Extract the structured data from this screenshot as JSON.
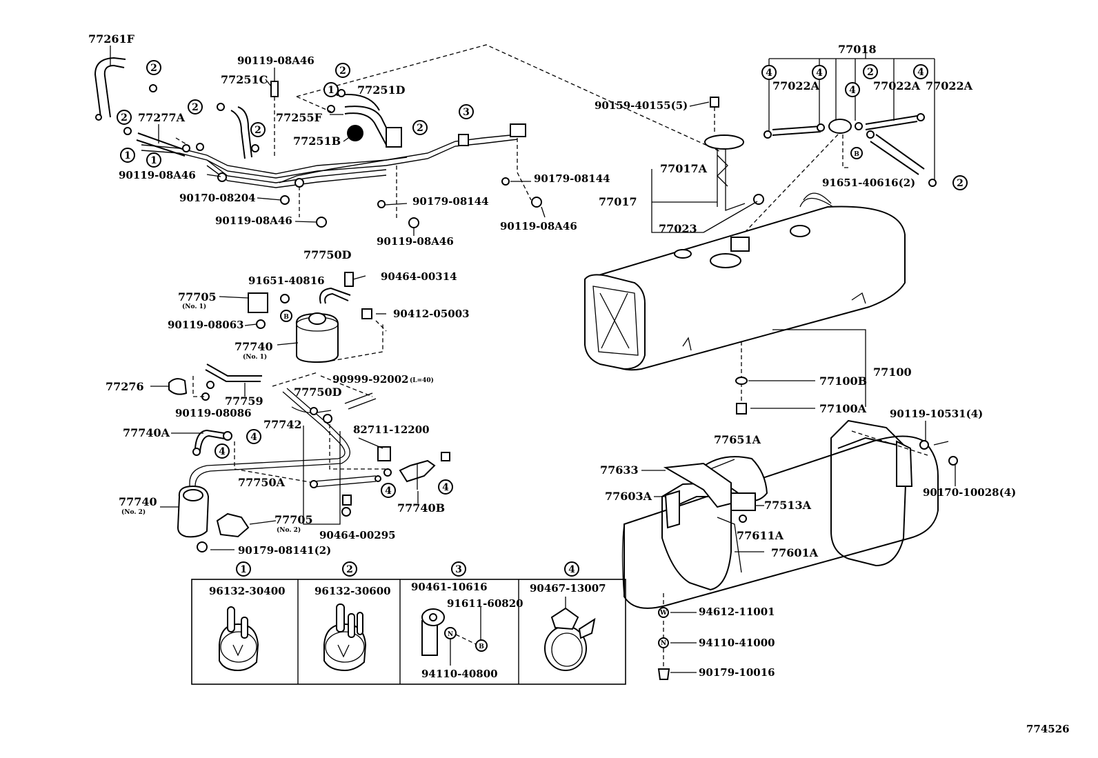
{
  "callouts": [
    {
      "id": "c_77261F",
      "text": "77261F"
    },
    {
      "id": "c_77277A",
      "text": "77277A"
    },
    {
      "id": "c_90119_08A46_a",
      "text": "90119-08A46"
    },
    {
      "id": "c_77251C",
      "text": "77251C"
    },
    {
      "id": "c_77251D",
      "text": "77251D"
    },
    {
      "id": "c_77255F",
      "text": "77255F"
    },
    {
      "id": "c_77251B",
      "text": "77251B"
    },
    {
      "id": "c_90119_08A46_b",
      "text": "90119-08A46"
    },
    {
      "id": "c_90170_08204",
      "text": "90170-08204"
    },
    {
      "id": "c_90119_08A46_c",
      "text": "90119-08A46"
    },
    {
      "id": "c_90179_08144_a",
      "text": "90179-08144"
    },
    {
      "id": "c_90119_08A46_d",
      "text": "90119-08A46"
    },
    {
      "id": "c_90179_08144_b",
      "text": "90179-08144"
    },
    {
      "id": "c_90119_08A46_e",
      "text": "90119-08A46"
    },
    {
      "id": "c_90159_40155",
      "text": "90159-40155(5)"
    },
    {
      "id": "c_77018",
      "text": "77018"
    },
    {
      "id": "c_77022A_a",
      "text": "77022A"
    },
    {
      "id": "c_77022A_b",
      "text": "77022A"
    },
    {
      "id": "c_77022A_c",
      "text": "77022A"
    },
    {
      "id": "c_77017A",
      "text": "77017A"
    },
    {
      "id": "c_77017",
      "text": "77017"
    },
    {
      "id": "c_77023",
      "text": "77023"
    },
    {
      "id": "c_91651_40616",
      "text": "91651-40616(2)"
    },
    {
      "id": "c_77750D_a",
      "text": "77750D"
    },
    {
      "id": "c_90464_00314",
      "text": "90464-00314"
    },
    {
      "id": "c_91651_40816",
      "text": "91651-40816"
    },
    {
      "id": "c_77705_a",
      "text": "77705"
    },
    {
      "id": "c_90412_05003",
      "text": "90412-05003"
    },
    {
      "id": "c_90119_08063",
      "text": "90119-08063"
    },
    {
      "id": "c_77740_a",
      "text": "77740"
    },
    {
      "id": "c_90999_92002",
      "text": "90999-92002"
    },
    {
      "id": "c_77276",
      "text": "77276"
    },
    {
      "id": "c_77759",
      "text": "77759"
    },
    {
      "id": "c_77750D_b",
      "text": "77750D"
    },
    {
      "id": "c_90119_08086",
      "text": "90119-08086"
    },
    {
      "id": "c_77742",
      "text": "77742"
    },
    {
      "id": "c_82711_12200",
      "text": "82711-12200"
    },
    {
      "id": "c_77740A",
      "text": "77740A"
    },
    {
      "id": "c_77750A",
      "text": "77750A"
    },
    {
      "id": "c_77740_b",
      "text": "77740"
    },
    {
      "id": "c_77740B",
      "text": "77740B"
    },
    {
      "id": "c_77705_b",
      "text": "77705"
    },
    {
      "id": "c_90464_00295",
      "text": "90464-00295"
    },
    {
      "id": "c_90179_08141",
      "text": "90179-08141(2)"
    },
    {
      "id": "c_77100B",
      "text": "77100B"
    },
    {
      "id": "c_77100",
      "text": "77100"
    },
    {
      "id": "c_77100A",
      "text": "77100A"
    },
    {
      "id": "c_90119_10531",
      "text": "90119-10531(4)"
    },
    {
      "id": "c_77651A",
      "text": "77651A"
    },
    {
      "id": "c_77633",
      "text": "77633"
    },
    {
      "id": "c_77603A",
      "text": "77603A"
    },
    {
      "id": "c_77513A",
      "text": "77513A"
    },
    {
      "id": "c_90170_10028",
      "text": "90170-10028(4)"
    },
    {
      "id": "c_77611A",
      "text": "77611A"
    },
    {
      "id": "c_77601A",
      "text": "77601A"
    },
    {
      "id": "c_94612_11001",
      "text": "94612-11001"
    },
    {
      "id": "c_94110_41000",
      "text": "94110-41000"
    },
    {
      "id": "c_90179_10016",
      "text": "90179-10016"
    }
  ],
  "sublabels": {
    "no1_a": "(No. 1)",
    "no1_b": "(No. 1)",
    "no2_a": "(No. 2)",
    "no2_b": "(No. 2)",
    "length": "(L=40)"
  },
  "circle_marks": {
    "one": "1",
    "two": "2",
    "three": "3",
    "four": "4"
  },
  "letter_marks": {
    "b": "B",
    "n": "N",
    "w": "W"
  },
  "legend": {
    "col1": {
      "mark": "1",
      "part": "96132-30400"
    },
    "col2": {
      "mark": "2",
      "part": "96132-30600"
    },
    "col3": {
      "mark": "3",
      "part": "90461-10616",
      "part2": "91611-60820",
      "part3": "94110-40800"
    },
    "col4": {
      "mark": "4",
      "part": "90467-13007"
    }
  },
  "figure_number": "774526"
}
